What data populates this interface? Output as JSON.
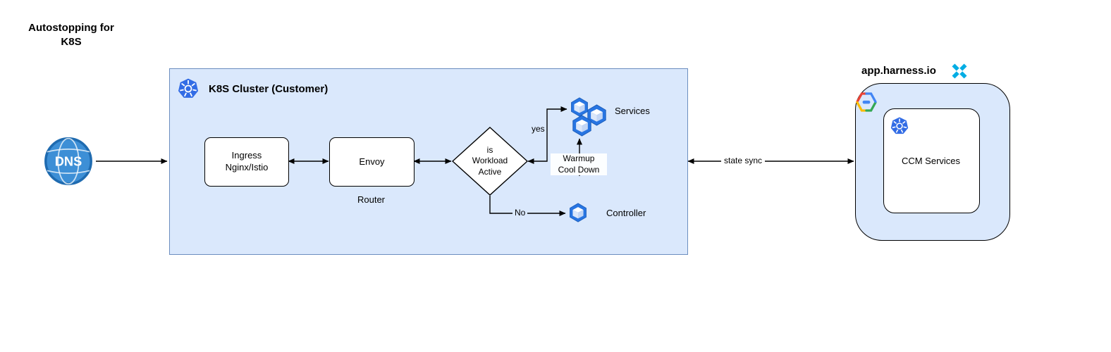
{
  "title": "Autostopping for\nK8S",
  "dns": {
    "label": "DNS"
  },
  "cluster": {
    "title": "K8S Cluster (Customer)",
    "ingress_label": "Ingress\nNginx/Istio",
    "envoy_label": "Envoy",
    "router_label": "Router",
    "decision_label": "is\nWorkload\nActive",
    "yes_label": "yes",
    "no_label": "No",
    "services_label": "Services",
    "controller_label": "Controller",
    "warmup_label": "Warmup\nCool Down"
  },
  "sync_label": "state sync",
  "harness": {
    "title": "app.harness.io",
    "ccm_label": "CCM Services"
  },
  "icons": [
    "dns-globe-icon",
    "kubernetes-icon",
    "pod-cube-icon",
    "gcp-icon",
    "harness-logo-icon"
  ],
  "colors": {
    "cluster_fill": "#dae8fc",
    "cluster_border": "#6c8ebf",
    "k8s_blue": "#326ce5",
    "pod_blue": "#2875e2",
    "harness_cyan": "#00ade4",
    "gcp_red": "#ea4335",
    "gcp_yellow": "#fbbc05",
    "gcp_green": "#34a853",
    "gcp_blue": "#4285f4"
  }
}
